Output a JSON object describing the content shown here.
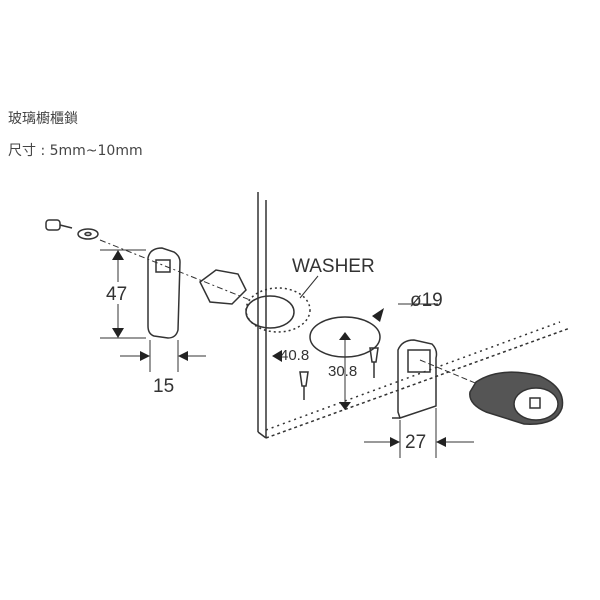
{
  "caption": {
    "title": "玻璃櫥櫃鎖",
    "size": "尺寸 : 5mm~10mm"
  },
  "diagram": {
    "labels": {
      "washer": "WASHER",
      "hole_diameter": "ø19",
      "height_47": "47",
      "width_15": "15",
      "width_27": "27",
      "offset_40_8": "40.8",
      "offset_30_8": "30.8"
    }
  }
}
